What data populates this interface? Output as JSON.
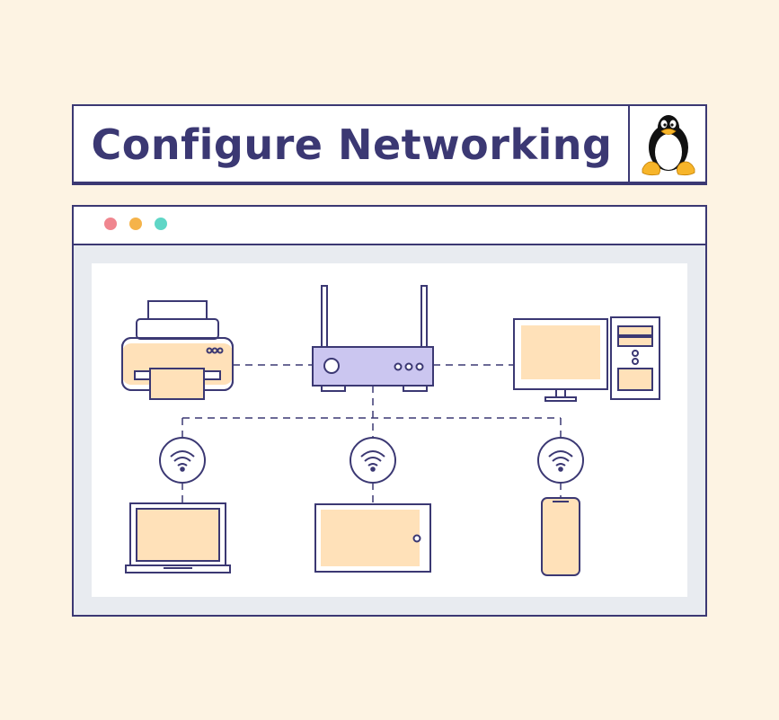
{
  "header": {
    "title": "Configure Networking",
    "logo_icon": "linux-tux-icon"
  },
  "window": {
    "controls": [
      {
        "name": "close-dot",
        "color": "#f0868f"
      },
      {
        "name": "minimize-dot",
        "color": "#f5b34a"
      },
      {
        "name": "maximize-dot",
        "color": "#5fd6c6"
      }
    ]
  },
  "diagram": {
    "nodes": [
      {
        "name": "printer-icon"
      },
      {
        "name": "router-icon"
      },
      {
        "name": "desktop-computer-icon"
      },
      {
        "name": "wifi-icon"
      },
      {
        "name": "laptop-icon"
      },
      {
        "name": "tablet-icon"
      },
      {
        "name": "smartphone-icon"
      }
    ],
    "colors": {
      "stroke": "#3b3873",
      "screen_fill": "#ffe1b9",
      "router_fill": "#cbc6f0"
    }
  }
}
